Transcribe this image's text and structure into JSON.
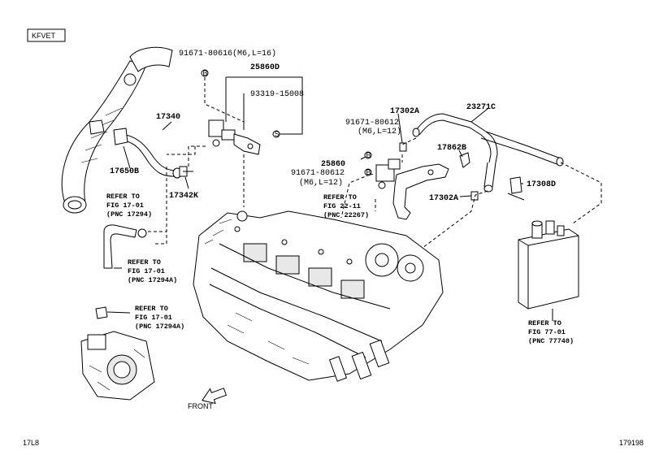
{
  "header": {
    "engine_code": "KFVET"
  },
  "footer": {
    "left_code": "17L8",
    "right_code": "179198"
  },
  "front_label": "FRONT",
  "parts": {
    "p25860D": "25860D",
    "p91671_80616": "91671-80616(M6,L=16)",
    "p93319_15008": "93319-15008",
    "p17340": "17340",
    "p17650B": "17650B",
    "p17342K": "17342K",
    "p17302A_top": "17302A",
    "p23271C": "23271C",
    "p91671_80612_a": "91671-80612",
    "p91671_80612_a_spec": "(M6,L=12)",
    "p17862B": "17862B",
    "p25860": "25860",
    "p91671_80612_b": "91671-80612",
    "p91671_80612_b_spec": "(M6,L=12)",
    "p17308D": "17308D",
    "p17302A_bottom": "17302A"
  },
  "refs": {
    "r1": {
      "l1": "REFER TO",
      "l2": "FIG 17-01",
      "l3": "(PNC 17294)"
    },
    "r2": {
      "l1": "REFER TO",
      "l2": "FIG 17-01",
      "l3": "(PNC 17294A)"
    },
    "r3": {
      "l1": "REFER TO",
      "l2": "FIG 17-01",
      "l3": "(PNC 17294A)"
    },
    "r4": {
      "l1": "REFER TO",
      "l2": "FIG 22-11",
      "l3": "(PNC 22267)"
    },
    "r5": {
      "l1": "REFER TO",
      "l2": "FIG 77-01",
      "l3": "(PNC 77740)"
    }
  },
  "markers": {
    "b_marker": "B",
    "s_marker": "S"
  }
}
